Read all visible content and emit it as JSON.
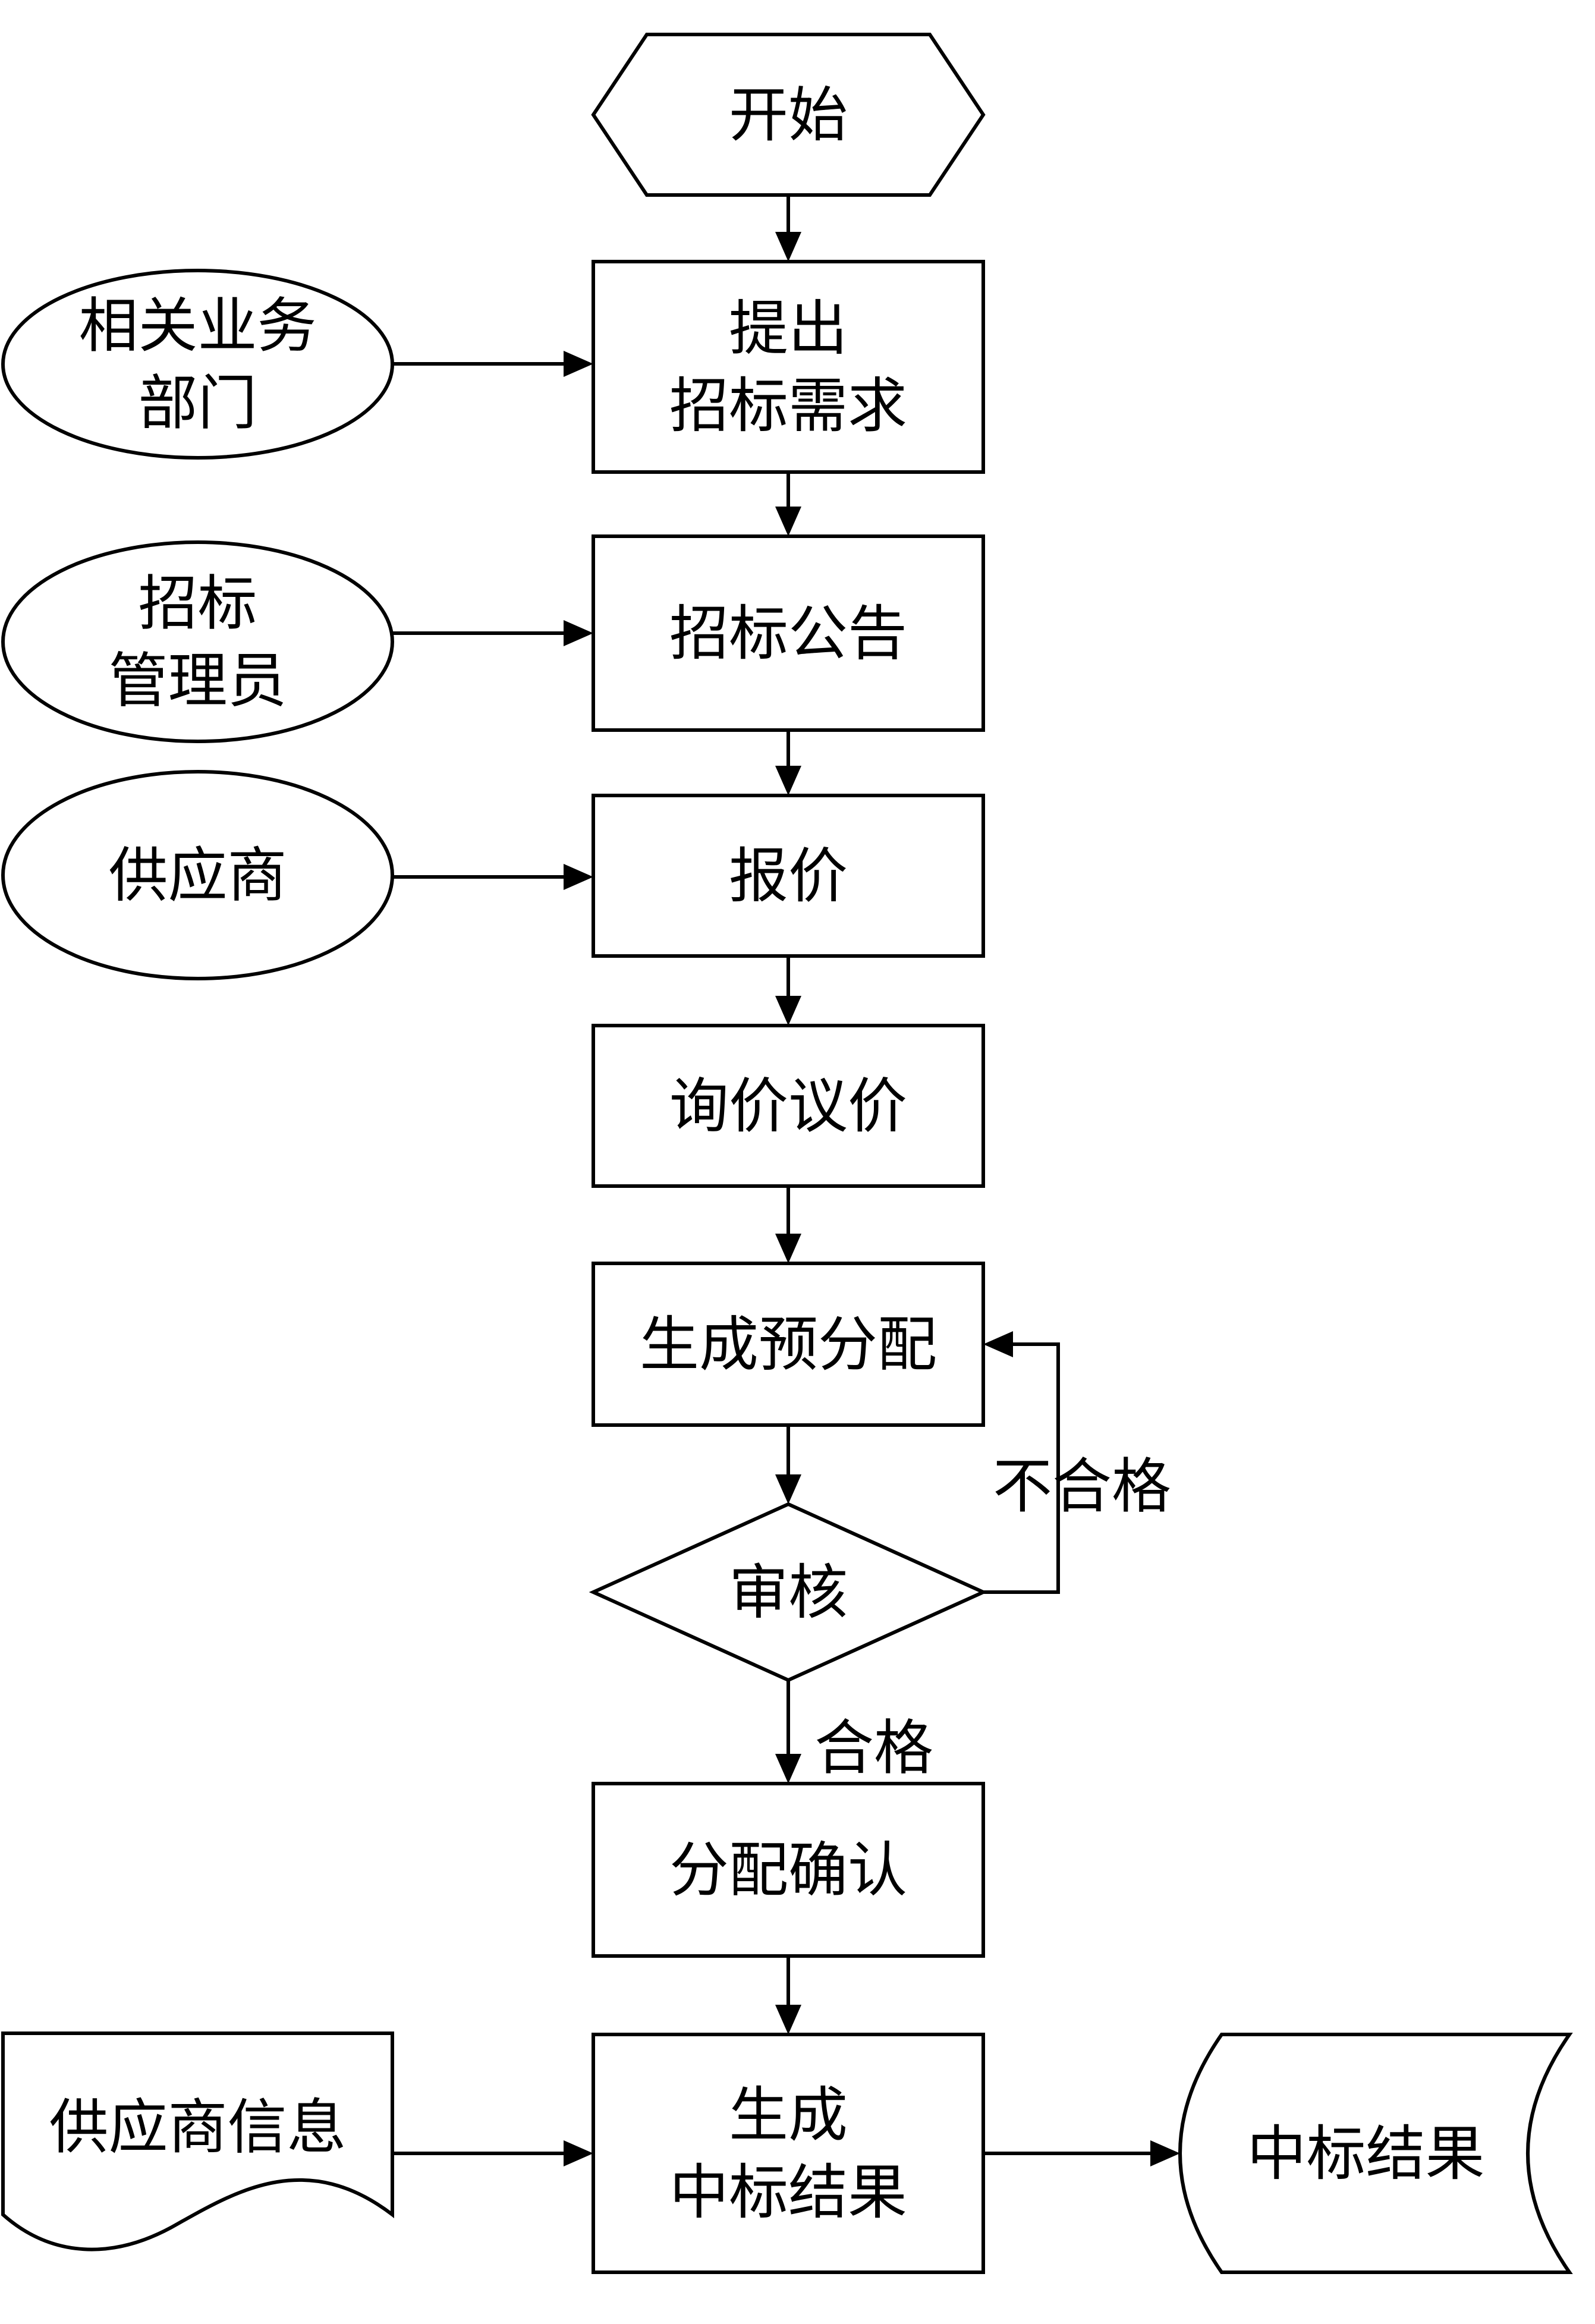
{
  "colors": {
    "stroke": "#000000",
    "fill": "#ffffff",
    "text": "#000000"
  },
  "nodes": {
    "start": {
      "shape": "hexagon",
      "lines": [
        "开始"
      ]
    },
    "raise_demand": {
      "shape": "process",
      "lines": [
        "提出",
        "招标需求"
      ]
    },
    "announcement": {
      "shape": "process",
      "lines": [
        "招标公告"
      ]
    },
    "quote": {
      "shape": "process",
      "lines": [
        "报价"
      ]
    },
    "negotiate": {
      "shape": "process",
      "lines": [
        "询价议价"
      ]
    },
    "pre_allocate": {
      "shape": "process",
      "lines": [
        "生成预分配"
      ]
    },
    "review": {
      "shape": "decision",
      "lines": [
        "审核"
      ]
    },
    "confirm": {
      "shape": "process",
      "lines": [
        "分配确认"
      ]
    },
    "generate_result": {
      "shape": "process",
      "lines": [
        "生成",
        "中标结果"
      ]
    },
    "business_dept": {
      "shape": "ellipse",
      "lines": [
        "相关业务",
        "部门"
      ]
    },
    "bid_admin": {
      "shape": "ellipse",
      "lines": [
        "招标",
        "管理员"
      ]
    },
    "supplier": {
      "shape": "ellipse",
      "lines": [
        "供应商"
      ]
    },
    "supplier_info": {
      "shape": "document",
      "lines": [
        "供应商信息"
      ]
    },
    "bid_result": {
      "shape": "stored-data",
      "lines": [
        "中标结果"
      ]
    }
  },
  "edges": [
    {
      "from": "start",
      "to": "raise_demand"
    },
    {
      "from": "raise_demand",
      "to": "announcement"
    },
    {
      "from": "announcement",
      "to": "quote"
    },
    {
      "from": "quote",
      "to": "negotiate"
    },
    {
      "from": "negotiate",
      "to": "pre_allocate"
    },
    {
      "from": "pre_allocate",
      "to": "review"
    },
    {
      "from": "review",
      "to": "confirm",
      "label": "合格"
    },
    {
      "from": "review",
      "to": "pre_allocate",
      "label": "不合格"
    },
    {
      "from": "confirm",
      "to": "generate_result"
    },
    {
      "from": "business_dept",
      "to": "raise_demand"
    },
    {
      "from": "bid_admin",
      "to": "announcement"
    },
    {
      "from": "supplier",
      "to": "quote"
    },
    {
      "from": "supplier_info",
      "to": "generate_result"
    },
    {
      "from": "generate_result",
      "to": "bid_result"
    }
  ]
}
